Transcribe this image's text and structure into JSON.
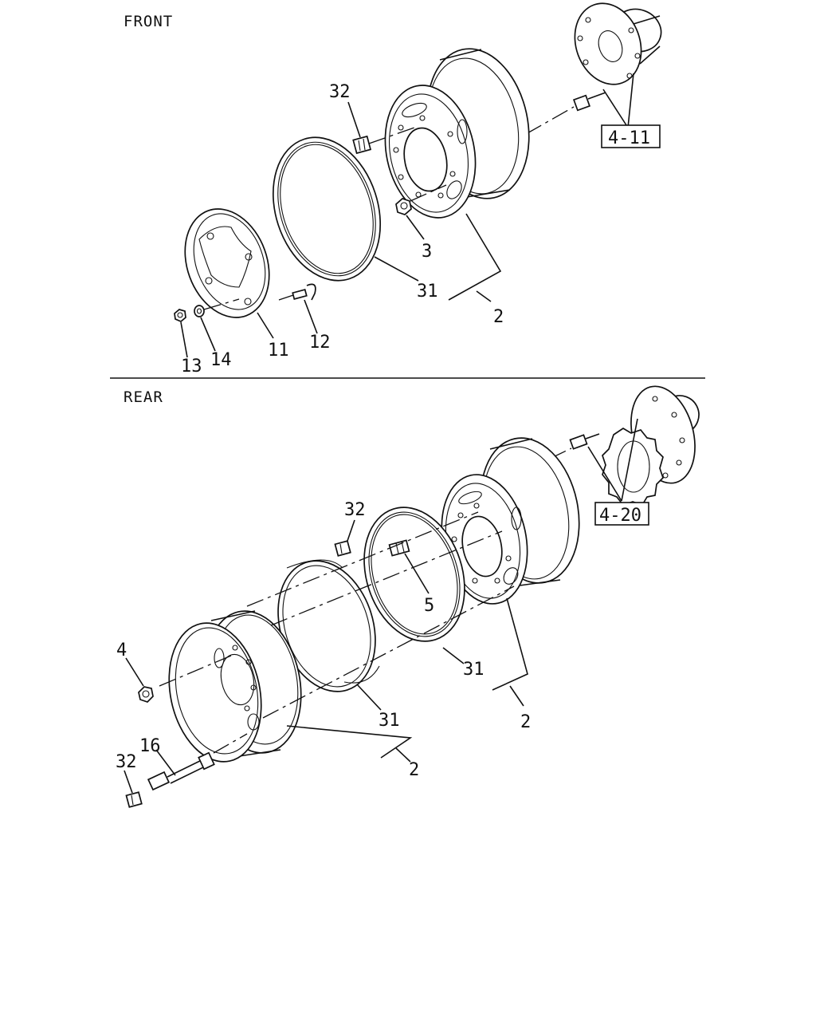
{
  "sections": {
    "front": "FRONT",
    "rear": "REAR"
  },
  "labels": {
    "front_32": "32",
    "front_3": "3",
    "front_31": "31",
    "front_2": "2",
    "front_11": "11",
    "front_12": "12",
    "front_13": "13",
    "front_14": "14",
    "front_ref": "4-11",
    "rear_ref": "4-20",
    "rear_32_top": "32",
    "rear_5": "5",
    "rear_4": "4",
    "rear_31_inner": "31",
    "rear_2_inner": "2",
    "rear_31_outer": "31",
    "rear_2_outer": "2",
    "rear_16": "16",
    "rear_32_bottom": "32"
  }
}
